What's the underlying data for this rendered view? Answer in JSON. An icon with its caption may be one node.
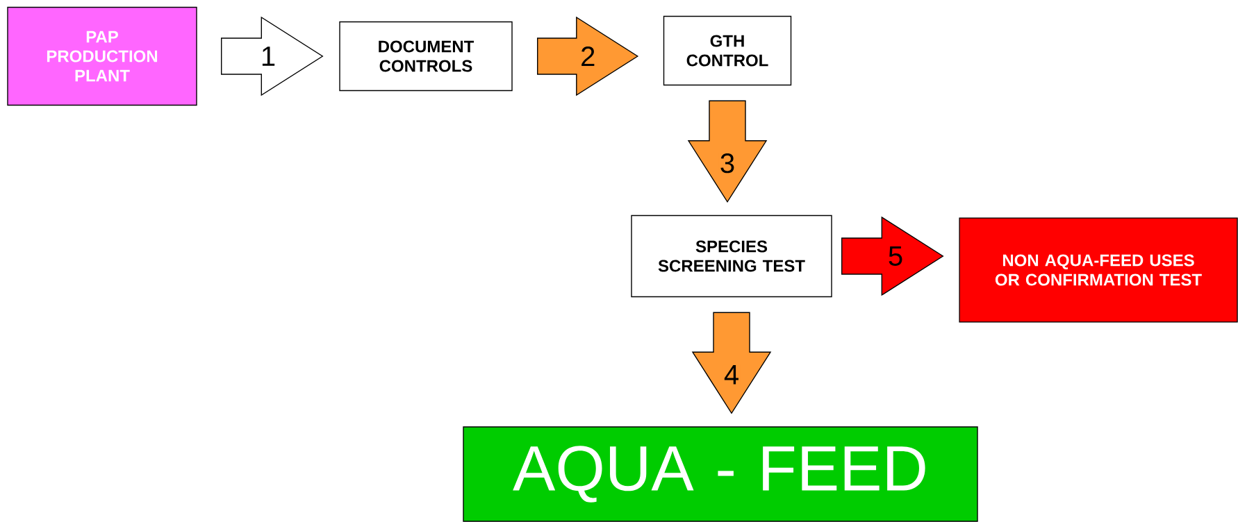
{
  "diagram": {
    "nodes": [
      {
        "text": [
          "PAP PRODUCTION PLANT"
        ]
      },
      {
        "text": [
          "DOCUMENT CONTROLS"
        ]
      },
      {
        "text": [
          "GTH CONTROL"
        ]
      },
      {
        "text": [
          "SPECIES SCREENING TEST"
        ]
      },
      {
        "text": [
          "NON AQUA-FEED USES OR CONFIRMATION TEST"
        ]
      },
      {
        "text": [
          "AQUA - FEED"
        ]
      }
    ],
    "edges": [
      {
        "from": 0,
        "to": 1,
        "arrow": "to",
        "label": "1",
        "color": "#ffffff"
      },
      {
        "from": 1,
        "to": 2,
        "arrow": "to",
        "label": "2"
      },
      {
        "from": 2,
        "to": 3,
        "arrow": "to",
        "label": "3"
      },
      {
        "from": 3,
        "to": 5,
        "arrow": "to",
        "label": "4"
      },
      {
        "from": 3,
        "to": 4,
        "arrow": "to",
        "label": "5",
        "color": "#ff0000"
      }
    ]
  }
}
